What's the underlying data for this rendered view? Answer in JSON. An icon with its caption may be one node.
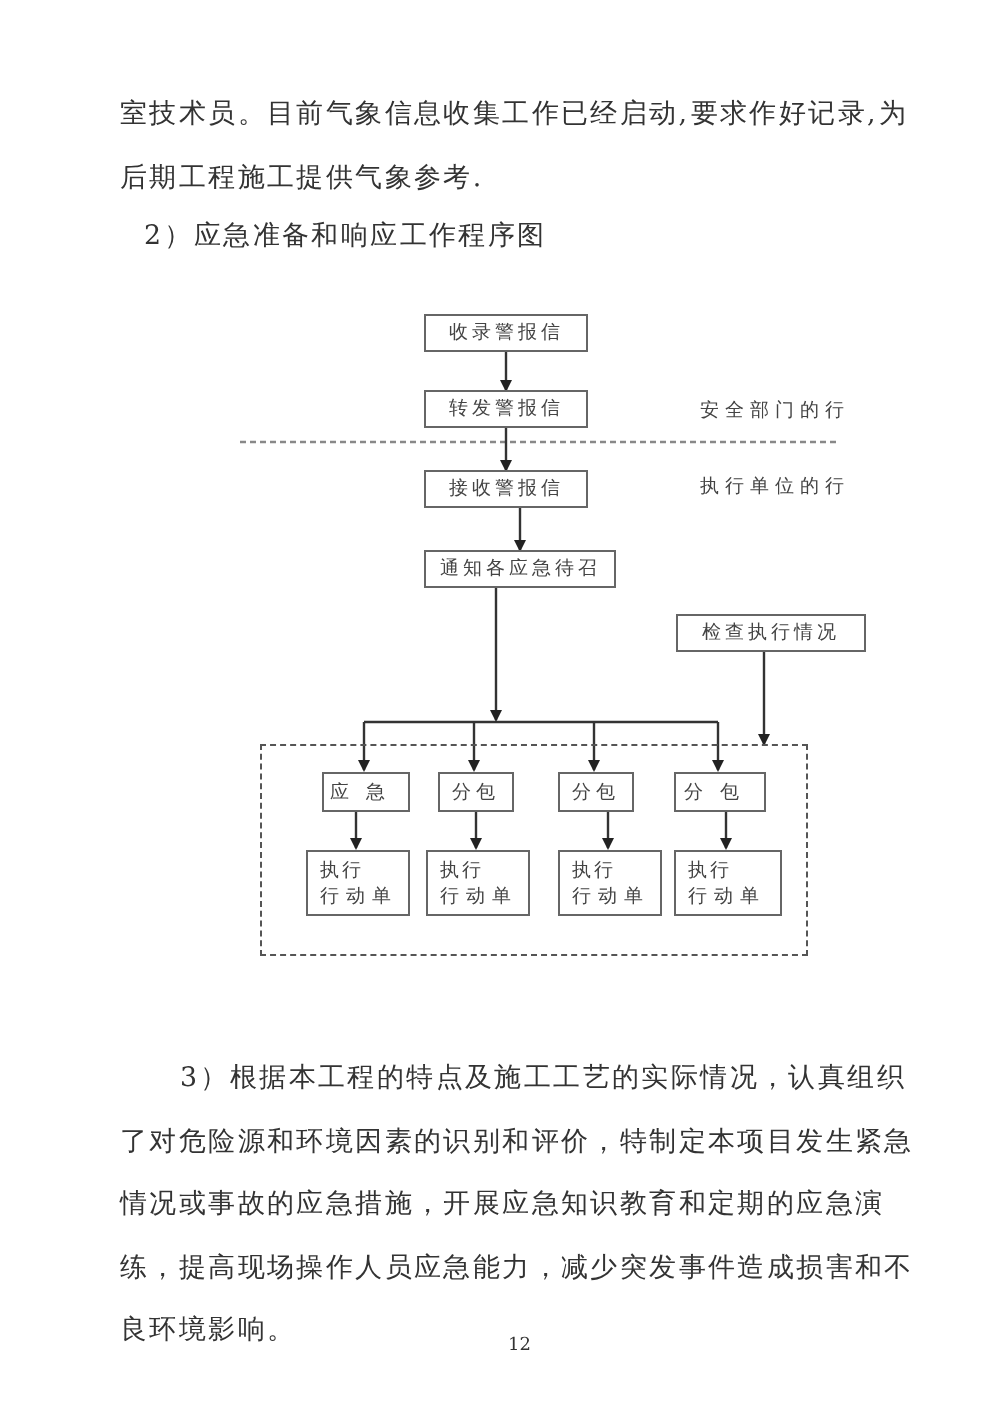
{
  "diagram": {
    "title": "2）应急准备和响应工作程序图",
    "nodes": [
      {
        "text": [
          "收录警报信"
        ]
      },
      {
        "text": [
          "转发警报信"
        ]
      },
      {
        "text": [
          "接收警报信"
        ]
      },
      {
        "text": [
          "通知各应急待召"
        ]
      },
      {
        "text": [
          "检查执行情况"
        ]
      },
      {
        "text": [],
        "shape": "box"
      },
      {
        "text": [
          "应急"
        ],
        "in": 5
      },
      {
        "text": [
          "分包"
        ],
        "in": 5
      },
      {
        "text": [
          "分包"
        ],
        "in": 5
      },
      {
        "text": [
          "分包"
        ],
        "in": 5
      },
      {
        "text": [
          "执行",
          "行动单"
        ],
        "in": 5
      },
      {
        "text": [
          "执行",
          "行动单"
        ],
        "in": 5
      },
      {
        "text": [
          "执行",
          "行动单"
        ],
        "in": 5
      },
      {
        "text": [
          "执行",
          "行动单"
        ],
        "in": 5
      }
    ],
    "edges": [
      {
        "from": 0,
        "to": 1,
        "arrow": "to"
      },
      {
        "from": 1,
        "to": 2,
        "arrow": "to"
      },
      {
        "from": 2,
        "to": 3,
        "arrow": "to"
      },
      {
        "from": 3,
        "to": 6,
        "arrow": "to"
      },
      {
        "from": 3,
        "to": 7,
        "arrow": "to"
      },
      {
        "from": 3,
        "to": 8,
        "arrow": "to"
      },
      {
        "from": 3,
        "to": 9,
        "arrow": "to"
      },
      {
        "from": 4,
        "to": 5,
        "arrow": "to"
      },
      {
        "from": 6,
        "to": 10,
        "arrow": "to"
      },
      {
        "from": 7,
        "to": 11,
        "arrow": "to"
      },
      {
        "from": 8,
        "to": 12,
        "arrow": "to"
      },
      {
        "from": 9,
        "to": 13,
        "arrow": "to"
      }
    ],
    "labels": [
      "室技术员。目前气象信息收集工作已经启动,要求作好记录,为后期工程施工提供气象参考.",
      "安全部门的行",
      "执行单位的行",
      "3）根据本工程的特点及施工工艺的实际情况，认真组织了对危险源和环境因素的识别和评价，特制定本项目发生紧急情况或事故的应急措施，开展应急知识教育和定期的应急演练，提高现场操作人员应急能力，减少突发事件造成损害和不良环境影响。",
      "12"
    ]
  }
}
